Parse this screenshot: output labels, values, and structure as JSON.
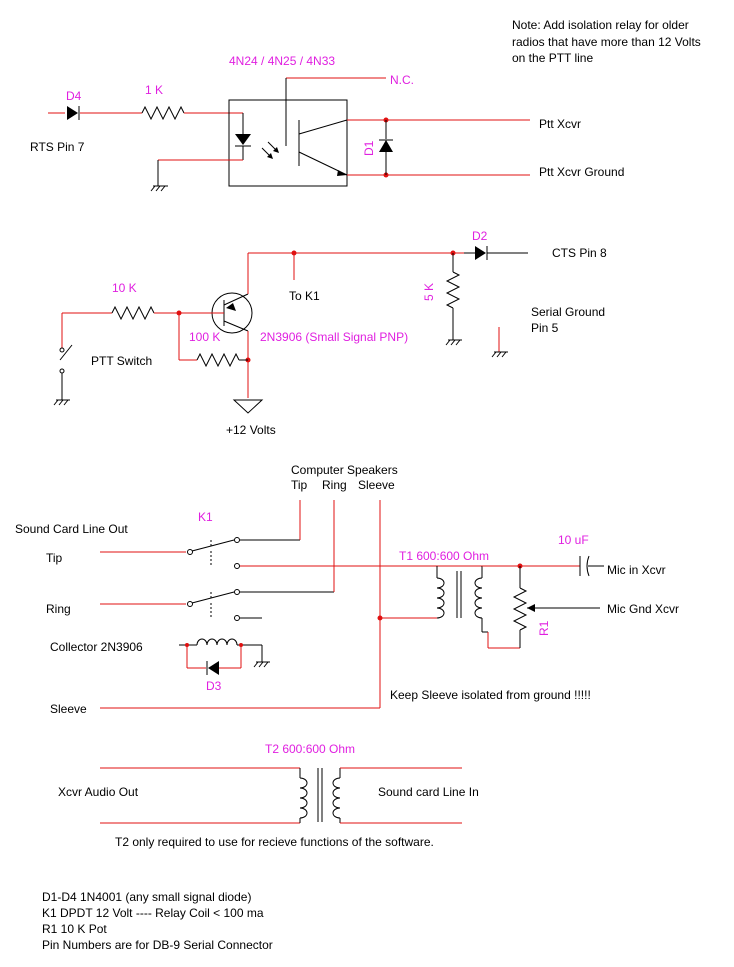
{
  "colors": {
    "wire": "#e01010",
    "component": "#000000",
    "part_label": "#e020e0",
    "text": "#000000",
    "background": "#ffffff"
  },
  "note": {
    "line1": "Note: Add isolation relay for older",
    "line2": "radios that have more than 12 Volts",
    "line3": "on the PTT line"
  },
  "section1": {
    "opto_part": "4N24 / 4N25 / 4N33",
    "nc": "N.C.",
    "d4": "D4",
    "r_1k": "1 K",
    "rts_pin": "RTS Pin 7",
    "d1": "D1",
    "ptt_xcvr": "Ptt Xcvr",
    "ptt_xcvr_ground": "Ptt Xcvr Ground"
  },
  "section2": {
    "d2": "D2",
    "cts_pin": "CTS Pin 8",
    "r_10k": "10 K",
    "to_k1": "To K1",
    "r_5k": "5 K",
    "serial_ground_1": "Serial Ground",
    "serial_ground_2": "Pin 5",
    "r_100k": "100 K",
    "transistor": "2N3906  (Small Signal PNP)",
    "ptt_switch": "PTT Switch",
    "plus12": "+12 Volts"
  },
  "section3": {
    "computer_speakers": "Computer Speakers",
    "tip_label": "Tip",
    "ring_label": "Ring",
    "sleeve_label": "Sleeve",
    "k1": "K1",
    "sound_card_line_out": "Sound Card Line Out",
    "tip": "Tip",
    "ring": "Ring",
    "collector": "Collector 2N3906",
    "d3": "D3",
    "sleeve": "Sleeve",
    "t1": "T1 600:600 Ohm",
    "c_10uf": "10 uF",
    "mic_in": "Mic in Xcvr",
    "mic_gnd": "Mic Gnd Xcvr",
    "r1": "R1",
    "keep_sleeve": "Keep Sleeve isolated from ground !!!!!"
  },
  "section4": {
    "t2": "T2 600:600 Ohm",
    "xcvr_audio_out": "Xcvr Audio Out",
    "sound_card_line_in": "Sound card Line In",
    "t2_note": "T2 only required to use for recieve functions of the software."
  },
  "parts_list": {
    "line1": "D1-D4 1N4001  (any small signal diode)",
    "line2": "K1 DPDT 12 Volt ----   Relay Coil < 100 ma",
    "line3": "R1 10 K Pot",
    "line4": "Pin Numbers are for DB-9 Serial Connector"
  }
}
